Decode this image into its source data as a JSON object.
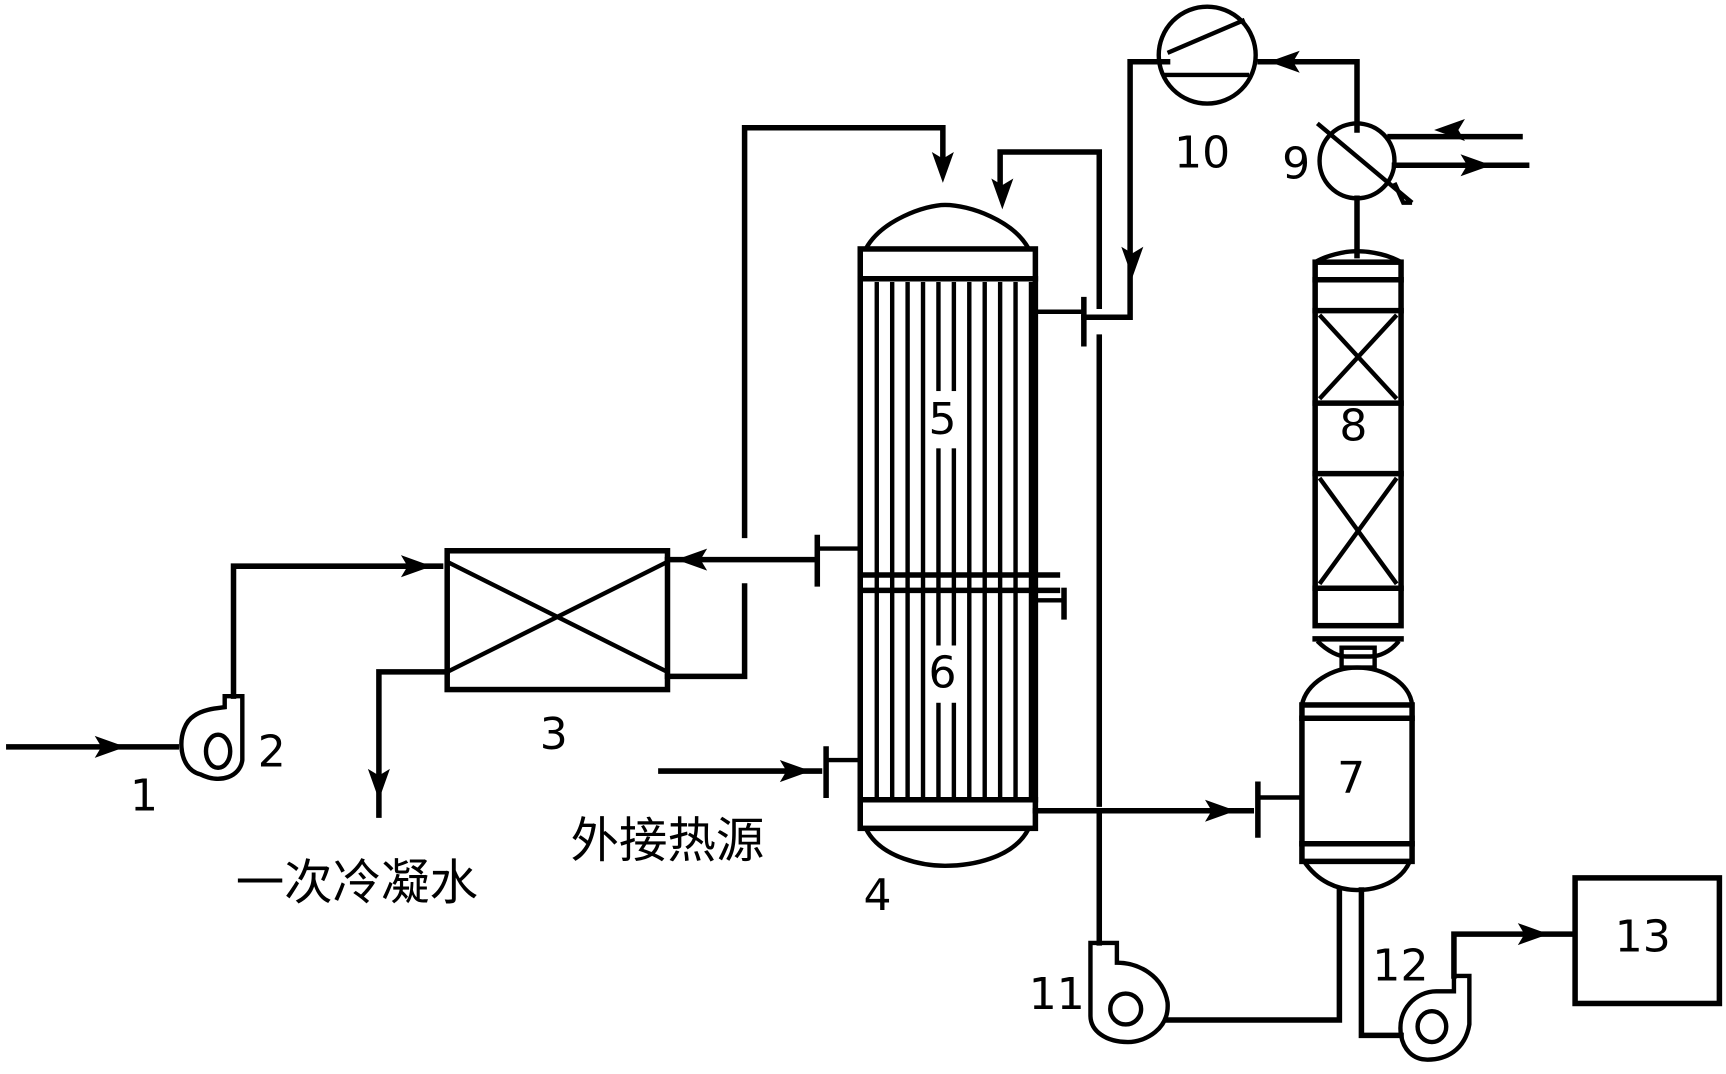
{
  "diagram": {
    "type": "process-flow-diagram",
    "colors": {
      "line": "#000000",
      "background": "#ffffff"
    },
    "labels": {
      "n1": "1",
      "n2": "2",
      "n3": "3",
      "n4": "4",
      "n5": "5",
      "n6": "6",
      "n7": "7",
      "n8": "8",
      "n9": "9",
      "n10": "10",
      "n11": "11",
      "n12": "12",
      "n13": "13"
    },
    "text": {
      "primary_condensate": "一次冷凝水",
      "external_heat_source": "外接热源"
    },
    "components": [
      {
        "id": "1",
        "role": "feed inlet line"
      },
      {
        "id": "2",
        "role": "centrifugal fan/pump"
      },
      {
        "id": "3",
        "role": "heat exchanger"
      },
      {
        "id": "4",
        "role": "evaporator vessel"
      },
      {
        "id": "5",
        "role": "upper tube bundle"
      },
      {
        "id": "6",
        "role": "lower tube bundle"
      },
      {
        "id": "7",
        "role": "separator vessel"
      },
      {
        "id": "8",
        "role": "packed column"
      },
      {
        "id": "9",
        "role": "condenser"
      },
      {
        "id": "10",
        "role": "compressor"
      },
      {
        "id": "11",
        "role": "circulation pump"
      },
      {
        "id": "12",
        "role": "discharge pump"
      },
      {
        "id": "13",
        "role": "product tank"
      }
    ]
  }
}
